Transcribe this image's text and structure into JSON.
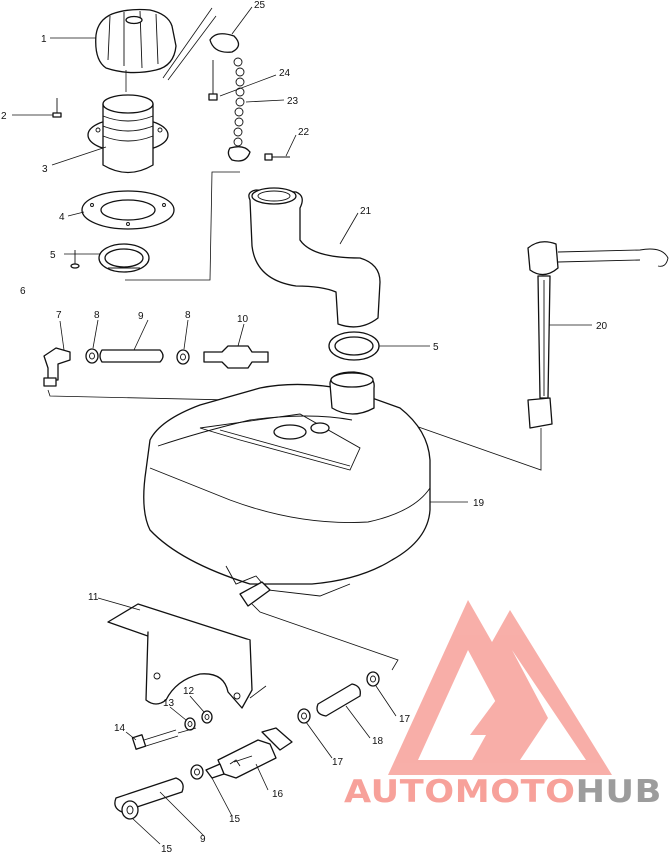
{
  "callouts": [
    "1",
    "2",
    "3",
    "4",
    "5",
    "6",
    "7",
    "8",
    "9",
    "8",
    "10",
    "25",
    "24",
    "23",
    "22",
    "21",
    "5",
    "20",
    "19",
    "11",
    "12",
    "13",
    "14",
    "15",
    "16",
    "17",
    "18",
    "17",
    "15",
    "9"
  ],
  "watermark": {
    "part1": "AUTOMOTO",
    "part2": "HUB",
    "color_main": "#f7a19a",
    "color_orange": "#f9c289",
    "color_grey": "#9c9c9c"
  }
}
